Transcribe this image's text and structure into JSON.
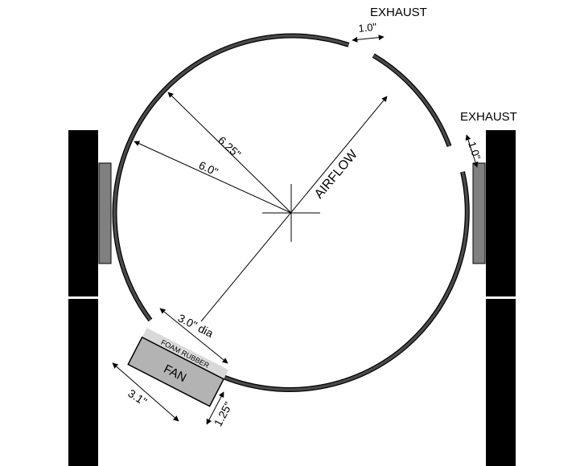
{
  "labels": {
    "exhaust_top": "EXHAUST",
    "exhaust_right": "EXHAUST",
    "gap_top": "1.0\"",
    "gap_right": "1.0\"",
    "outer_radius": "6.25\"",
    "inner_radius": "6.0\"",
    "airflow": "AIRFLOW",
    "fan_diameter": "3.0\" dia",
    "foam": "FOAM RUBBER",
    "fan": "FAN",
    "fan_length": "3.1\"",
    "fan_height": "1.25\""
  },
  "colors": {
    "ring": "#4a4a4a",
    "post": "#000000",
    "pad": "#808080",
    "fan": "#b3b3b3",
    "foam": "#d9d9d9"
  }
}
